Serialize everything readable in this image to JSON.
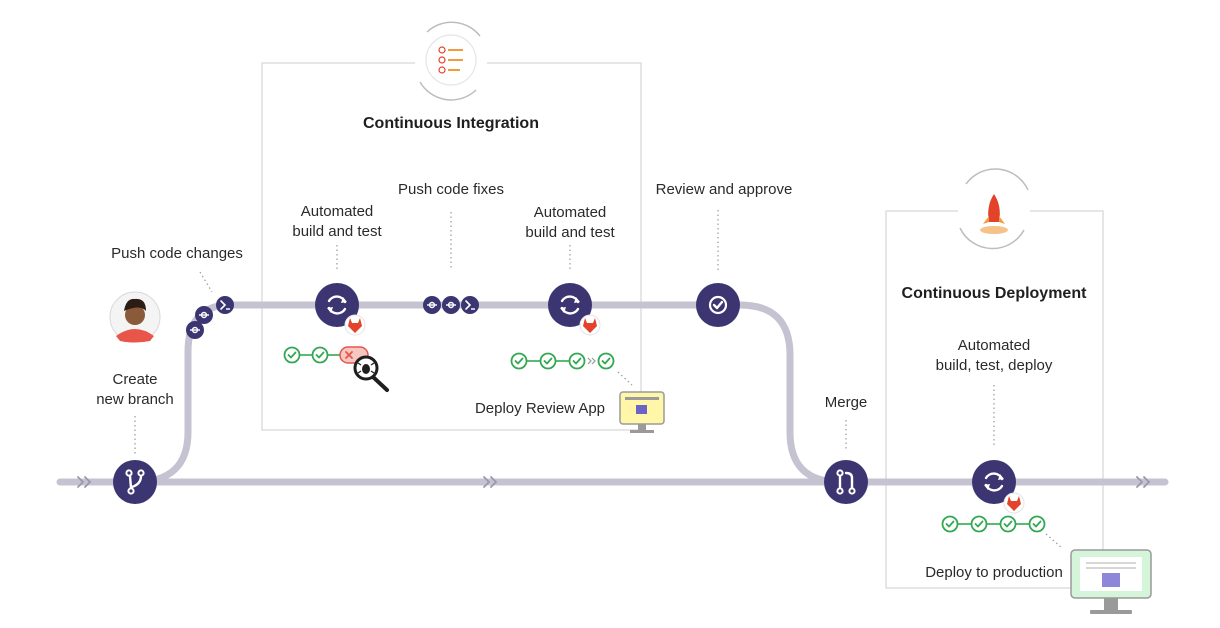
{
  "sections": {
    "ci_title": "Continuous Integration",
    "cd_title": "Continuous Deployment"
  },
  "labels": {
    "push_code_changes": "Push code changes",
    "create_branch_line1": "Create",
    "create_branch_line2": "new branch",
    "automated_build_1_line1": "Automated",
    "automated_build_1_line2": "build and test",
    "push_code_fixes": "Push code fixes",
    "automated_build_2_line1": "Automated",
    "automated_build_2_line2": "build and test",
    "review_and_approve": "Review and approve",
    "deploy_review_app": "Deploy Review App",
    "merge": "Merge",
    "automated_deploy_line1": "Automated",
    "automated_deploy_line2": "build, test, deploy",
    "deploy_to_production": "Deploy to production"
  },
  "colors": {
    "node": "#3b3572",
    "track": "#c5c3d1",
    "success": "#33a852",
    "failure": "#e0584c",
    "review_screen": "#fff6a8",
    "production_screen": "#d4f5d9",
    "gitlab_orange": "#e2432a"
  },
  "icons": [
    "branch-icon",
    "refresh-icon",
    "check-icon",
    "merge-request-icon",
    "commit-icon",
    "terminal-icon",
    "bug-magnifier-icon",
    "tanuki-icon",
    "rocket-icon",
    "checklist-icon",
    "monitor-icon",
    "avatar-icon",
    "double-chevron-icon"
  ]
}
